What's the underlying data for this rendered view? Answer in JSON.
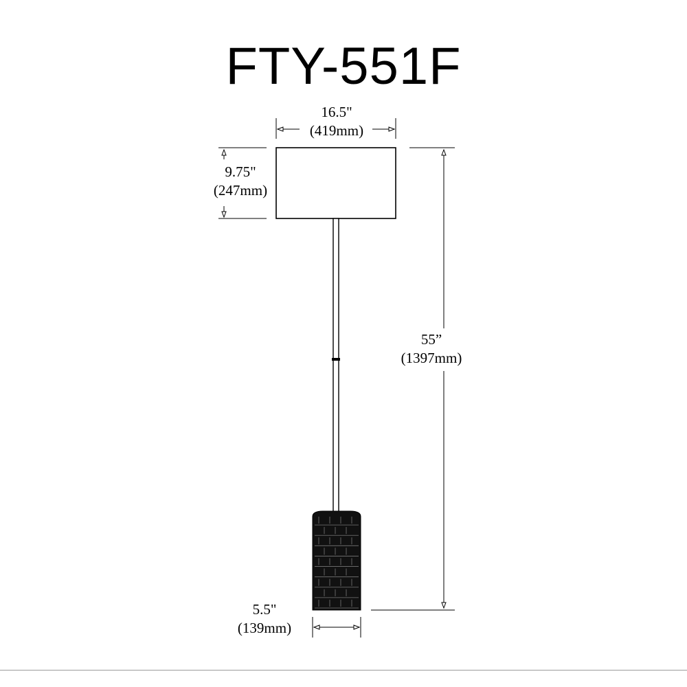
{
  "title": "FTY-551F",
  "dimensions": {
    "width": {
      "inches": "16.5\"",
      "mm": "(419mm)"
    },
    "shade_height": {
      "inches": "9.75\"",
      "mm": "(247mm)"
    },
    "total_height": {
      "inches": "55”",
      "mm": "(1397mm)"
    },
    "base_width": {
      "inches": "5.5\"",
      "mm": "(139mm)"
    }
  },
  "colors": {
    "line": "#000000",
    "base": "#111111",
    "ruler": "#9a9a9a"
  }
}
